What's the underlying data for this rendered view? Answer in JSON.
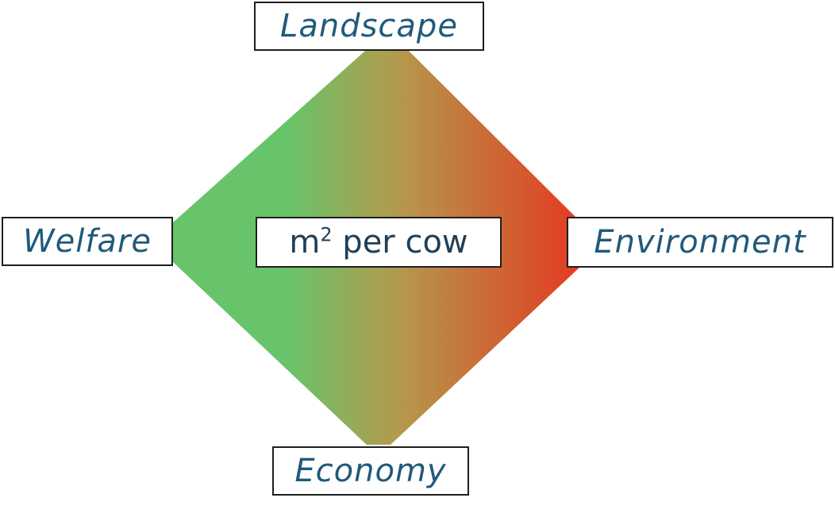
{
  "colors": {
    "gradient_left": "#67c46a",
    "gradient_mid": "#b39a4c",
    "gradient_right": "#e53a21",
    "label_text": "#1f5a7a",
    "center_text": "#1f3f58"
  },
  "diagram": {
    "top_label": "Landscape",
    "left_label": "Welfare",
    "right_label": "Environment",
    "bottom_label": "Economy",
    "center_label": {
      "base": "m",
      "superscript": "2",
      "rest": " per cow"
    }
  }
}
